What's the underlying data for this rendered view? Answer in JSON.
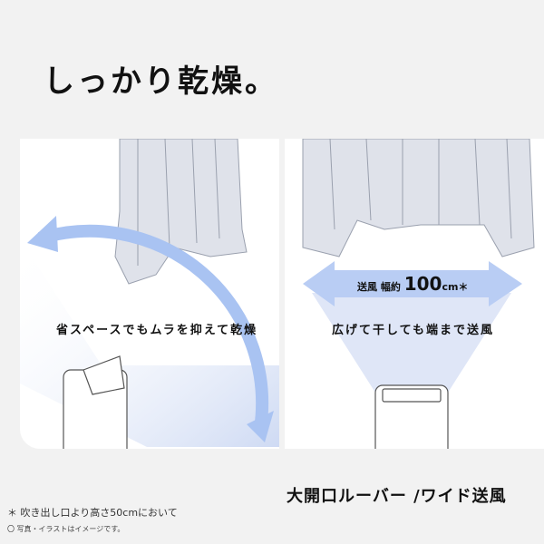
{
  "headline": "しっかり乾燥。",
  "left_panel": {
    "caption": "省スペースでもムラを抑えて乾燥"
  },
  "right_panel": {
    "width_label_prefix": "送風 幅約",
    "width_value": "100",
    "width_unit": "cm＊",
    "caption": "広げて干しても端まで送風"
  },
  "feature_title": "大開口ルーバー /ワイド送風",
  "footnote": "＊ 吹き出し口より高さ50cmにおいて",
  "disclaimer": "〇 写真・イラストはイメージです。",
  "colors": {
    "background": "#f2f2f2",
    "panel": "#ffffff",
    "airflow": "#a9c3f2",
    "clothes": "#dfe2ea"
  }
}
